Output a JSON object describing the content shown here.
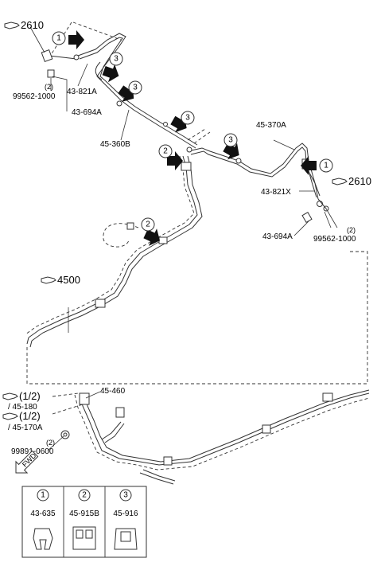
{
  "refs": {
    "ref_2610_top": "2610",
    "ref_2610_right": "2610",
    "ref_4500": "4500",
    "ref_half_1": "(1/2)",
    "ref_45180": "/ 45-180",
    "ref_half_2": "(1/2)",
    "ref_45170a": "/ 45-170A"
  },
  "parts": {
    "p_43821a": "43-821A",
    "p_99562_top_qty": "(2)",
    "p_99562_top": "99562-1000",
    "p_43694a_top": "43-694A",
    "p_45360b": "45-360B",
    "p_45370a": "45-370A",
    "p_43821x": "43-821X",
    "p_43694a_right": "43-694A",
    "p_99562_right_qty": "(2)",
    "p_99562_right": "99562-1000",
    "p_45460": "45-460",
    "p_99891_qty": "(2)",
    "p_99891": "99891-0600"
  },
  "callouts": {
    "c1a": "1",
    "c3a": "3",
    "c3b": "3",
    "c3c": "3",
    "c2a": "2",
    "c3d": "3",
    "c1b": "1",
    "c2b": "2"
  },
  "fwd": "FWD",
  "legend": {
    "items": [
      {
        "num": "1",
        "part": "43-635"
      },
      {
        "num": "2",
        "part": "45-915B"
      },
      {
        "num": "3",
        "part": "45-916"
      }
    ]
  }
}
